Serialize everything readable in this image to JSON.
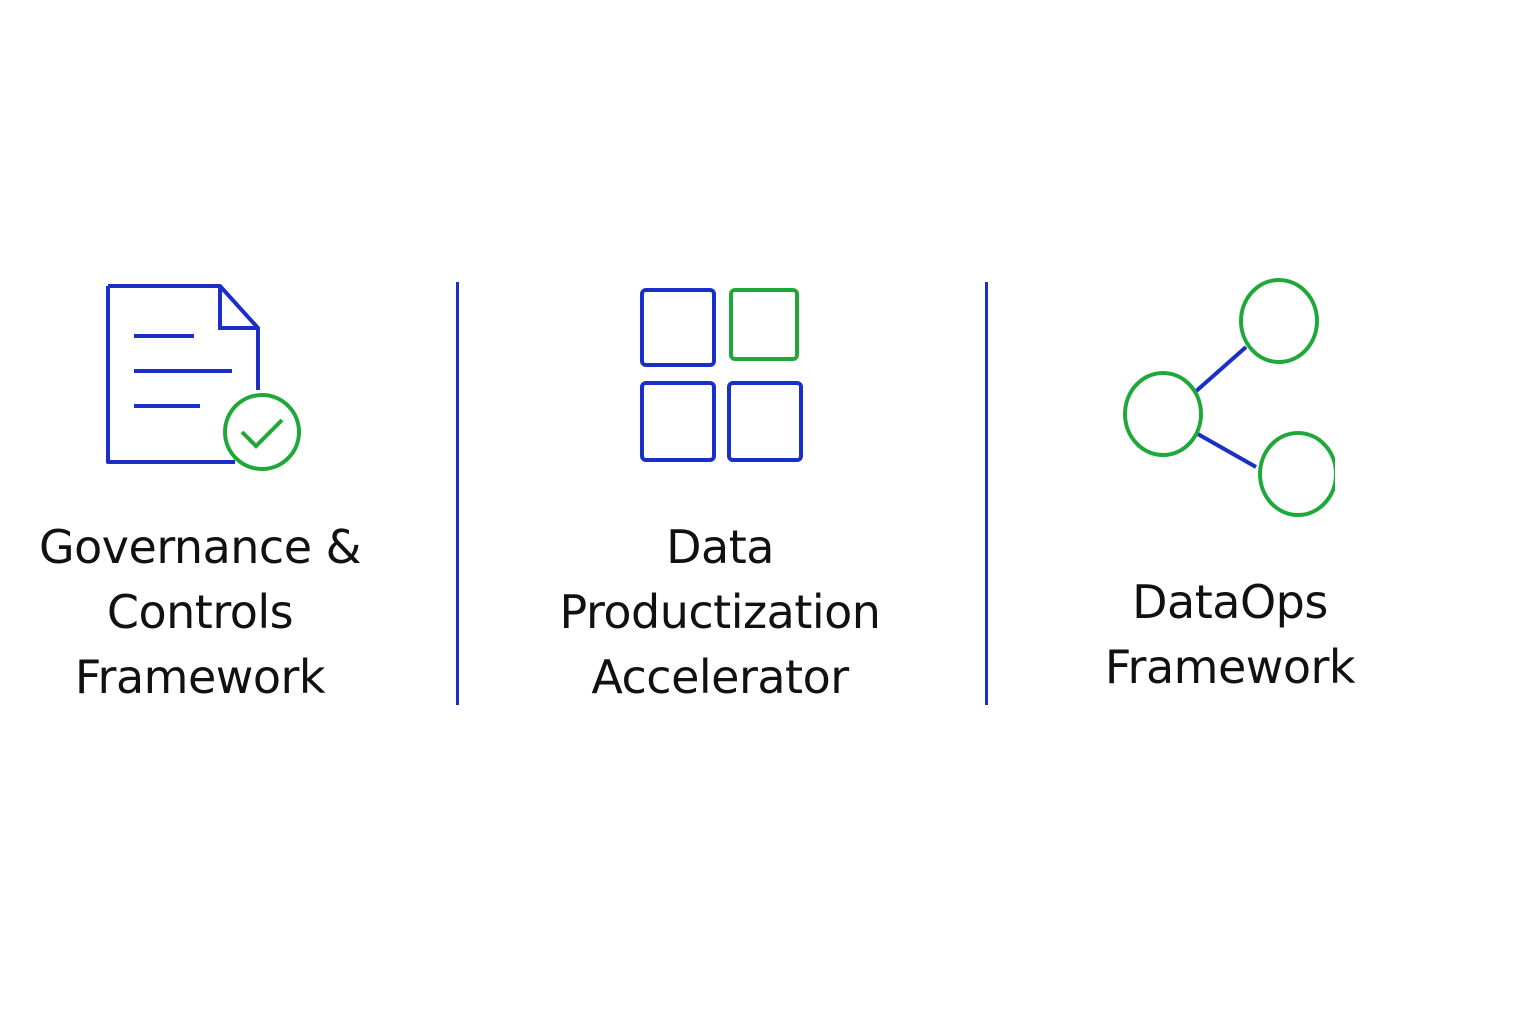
{
  "colors": {
    "blue": "#1a2fc8",
    "green": "#1fa83a"
  },
  "items": [
    {
      "icon": "document-check-icon",
      "lines": [
        "Governance &",
        "Controls",
        "Framework"
      ]
    },
    {
      "icon": "grid-squares-icon",
      "lines": [
        "Data",
        "Productization",
        "Accelerator"
      ]
    },
    {
      "icon": "share-nodes-icon",
      "lines": [
        "DataOps",
        "Framework"
      ]
    }
  ]
}
